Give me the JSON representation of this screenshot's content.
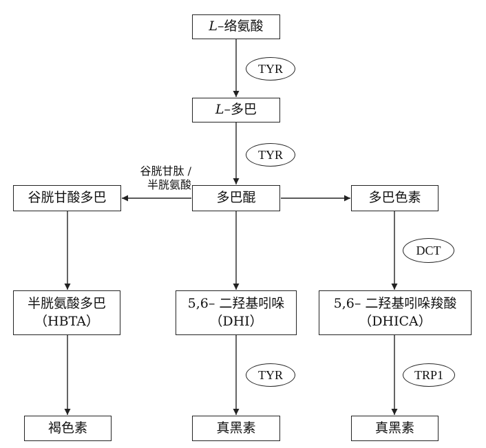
{
  "nodes": {
    "l_tyrosine": {
      "prefix": "L",
      "text": "–络氨酸"
    },
    "l_dopa": {
      "prefix": "L",
      "text": "–多巴"
    },
    "dopaquinone": {
      "text": "多巴醌"
    },
    "glutathionyl_dopa": {
      "text": "谷胱甘酸多巴"
    },
    "dopachrome": {
      "text": "多巴色素"
    },
    "cysteinyl_dopa": {
      "line1": "半胱氨酸多巴",
      "line2": "（HBTA）"
    },
    "dhi": {
      "line1": "5,6– 二羟基吲哚",
      "line2": "（DHI）"
    },
    "dhica": {
      "line1": "5,6– 二羟基吲哚羧酸",
      "line2": "（DHICA）"
    },
    "pheomelanin": {
      "text": "褐色素"
    },
    "eumelanin_dhi": {
      "text": "真黑素"
    },
    "eumelanin_dhica": {
      "text": "真黑素"
    }
  },
  "enzymes": {
    "tyr1": "TYR",
    "tyr2": "TYR",
    "dct": "DCT",
    "tyr3": "TYR",
    "trp1": "TRP1"
  },
  "edge_labels": {
    "glutathione_line1": "谷胱甘肽 /",
    "glutathione_line2": "半胱氨酸"
  },
  "colors": {
    "stroke": "#222222",
    "text": "#111111",
    "background": "#ffffff"
  }
}
